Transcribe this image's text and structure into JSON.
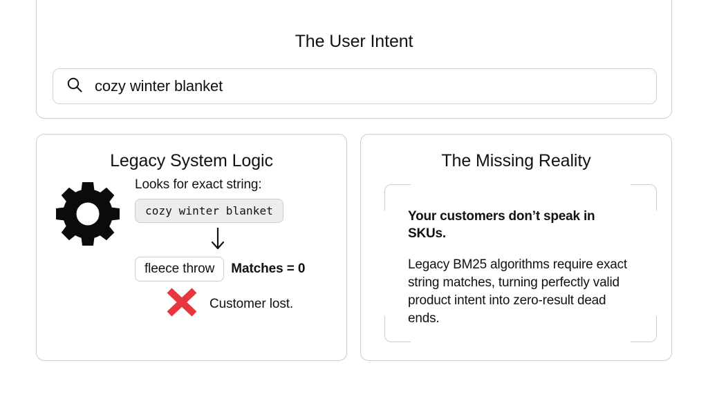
{
  "intent_panel": {
    "title": "The User Intent",
    "search": {
      "icon": "search-icon",
      "value": "cozy winter blanket",
      "placeholder": "cozy winter blanket"
    }
  },
  "legacy_panel": {
    "title": "Legacy System Logic",
    "icon": "gear-icon",
    "label": "Looks for exact string:",
    "query_chip": "cozy winter blanket",
    "arrow_icon": "arrow-down-icon",
    "candidate_chip": "fleece throw",
    "match_result": "Matches = 0",
    "failure_icon": "red-x-icon",
    "failure_text": "Customer lost."
  },
  "reality_panel": {
    "title": "The Missing Reality",
    "lede": "Your customers don’t speak in SKUs.",
    "paragraph": "Legacy BM25 algorithms require exact string matches, turning perfectly valid product intent into zero-result dead ends."
  },
  "colors": {
    "text": "#111111",
    "card_border": "#c9ccce",
    "chip_fill": "#eceded",
    "error_red": "#e8373c",
    "background": "#ffffff"
  }
}
